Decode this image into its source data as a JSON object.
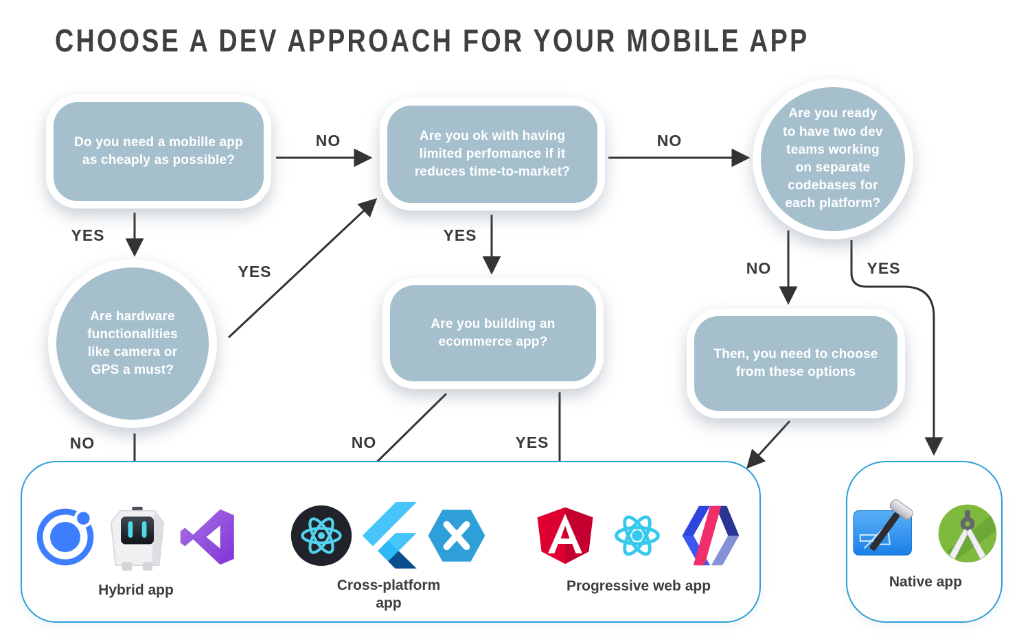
{
  "title": "CHOOSE A DEV APPROACH FOR YOUR MOBILE APP",
  "nodes": {
    "q_cheap": {
      "shape": "rounded-rect",
      "text": "Do you need a mobille app as cheaply as possible?"
    },
    "q_performance": {
      "shape": "rounded-rect",
      "text": "Are you ok with having limited perfomance if it reduces time-to-market?"
    },
    "q_two_teams": {
      "shape": "circle",
      "text": "Are you ready to have two dev teams working on separate codebases for each platform?"
    },
    "q_hardware": {
      "shape": "circle",
      "text": "Are hardware functionalities like camera or GPS a must?"
    },
    "q_ecommerce": {
      "shape": "rounded-rect",
      "text": "Are you building an ecommerce app?"
    },
    "choose_options": {
      "shape": "rounded-rect",
      "text": "Then, you need to choose from these options"
    }
  },
  "edges": {
    "cheap_no": "NO",
    "cheap_yes": "YES",
    "hardware_yes": "YES",
    "performance_no": "NO",
    "performance_yes": "YES",
    "two_teams_no": "NO",
    "two_teams_yes": "YES",
    "hardware_no": "NO",
    "ecommerce_no": "NO",
    "ecommerce_yes": "YES"
  },
  "outcomes": {
    "hybrid": {
      "label": "Hybrid app",
      "icons": [
        "ionic-icon",
        "cordova-icon",
        "visual-studio-icon"
      ]
    },
    "cross_platform": {
      "label": "Cross-platform app",
      "icons": [
        "react-native-icon",
        "flutter-icon",
        "xamarin-icon"
      ]
    },
    "pwa": {
      "label": "Progressive web app",
      "icons": [
        "angular-icon",
        "react-icon",
        "polymer-icon"
      ]
    },
    "native": {
      "label": "Native app",
      "icons": [
        "xcode-icon",
        "android-studio-icon"
      ]
    }
  },
  "colors": {
    "node_fill": "#a5bfcd",
    "node_text": "#ffffff",
    "arrow": "#333333",
    "container_border": "#2e9fd6",
    "title_text": "#404040",
    "label_text": "#3d3d3d"
  }
}
